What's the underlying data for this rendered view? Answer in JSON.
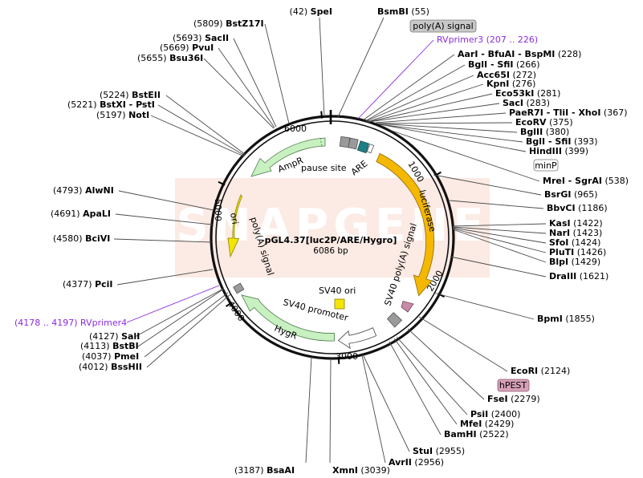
{
  "plasmid": {
    "name": "pGL4.37[luc2P/ARE/Hygro]",
    "length_label": "6086 bp",
    "watermark": "SNAPGENE"
  },
  "ticks": [
    {
      "label": "1000"
    },
    {
      "label": "2000"
    },
    {
      "label": "3000"
    },
    {
      "label": "4000"
    },
    {
      "label": "5000"
    },
    {
      "label": "6000"
    }
  ],
  "features": [
    {
      "label": "luciferase",
      "color": "#f5b800"
    },
    {
      "label": "SV40 poly(A) signal",
      "color": "#9a9a9a"
    },
    {
      "label": "SV40 promoter",
      "color": "#ffffff"
    },
    {
      "label": "HygR",
      "color": "#c8f0c0"
    },
    {
      "label": "SV40 ori",
      "color": "#f2e600"
    },
    {
      "label": "poly(A) signal",
      "color": "#9a9a9a"
    },
    {
      "label": "ori",
      "color": "#f2e600"
    },
    {
      "label": "AmpR",
      "color": "#c8f0c0"
    },
    {
      "label": "pause site",
      "color": "#9a9a9a"
    },
    {
      "label": "ARE",
      "color": "#1f7f86"
    }
  ],
  "boxed_features": [
    {
      "label": "poly(A) signal",
      "color": "#c8c8c8"
    },
    {
      "label": "minP",
      "color": "#ffffff"
    },
    {
      "label": "hPEST",
      "color": "#d8a0b8"
    }
  ],
  "labels": [
    {
      "text": "(42)  SpeI",
      "kind": "enzyme"
    },
    {
      "text": "BsmBI  (55)",
      "kind": "enzyme"
    },
    {
      "text": "RVprimer3  (207 .. 226)",
      "kind": "primer"
    },
    {
      "text": "AarI - BfuAI - BspMI  (228)",
      "kind": "enzyme"
    },
    {
      "text": "BglI - SfiI  (266)",
      "kind": "enzyme"
    },
    {
      "text": "Acc65I  (272)",
      "kind": "enzyme"
    },
    {
      "text": "KpnI  (276)",
      "kind": "enzyme"
    },
    {
      "text": "Eco53kI  (281)",
      "kind": "enzyme"
    },
    {
      "text": "SacI  (283)",
      "kind": "enzyme"
    },
    {
      "text": "PaeR7I - TliI - XhoI  (367)",
      "kind": "enzyme"
    },
    {
      "text": "EcoRV  (375)",
      "kind": "enzyme"
    },
    {
      "text": "BglII  (380)",
      "kind": "enzyme"
    },
    {
      "text": "BglI - SfiI  (393)",
      "kind": "enzyme"
    },
    {
      "text": "HindIII  (399)",
      "kind": "enzyme"
    },
    {
      "text": "MreI - SgrAI  (538)",
      "kind": "enzyme"
    },
    {
      "text": "BsrGI  (965)",
      "kind": "enzyme"
    },
    {
      "text": "BbvCI  (1186)",
      "kind": "enzyme"
    },
    {
      "text": "KasI  (1422)",
      "kind": "enzyme"
    },
    {
      "text": "NarI  (1423)",
      "kind": "enzyme"
    },
    {
      "text": "SfoI  (1424)",
      "kind": "enzyme"
    },
    {
      "text": "PluTI  (1426)",
      "kind": "enzyme"
    },
    {
      "text": "BlpI  (1429)",
      "kind": "enzyme"
    },
    {
      "text": "DraIII  (1621)",
      "kind": "enzyme"
    },
    {
      "text": "BpmI  (1855)",
      "kind": "enzyme"
    },
    {
      "text": "EcoRI  (2124)",
      "kind": "enzyme"
    },
    {
      "text": "FseI  (2279)",
      "kind": "enzyme"
    },
    {
      "text": "PsiI  (2400)",
      "kind": "enzyme"
    },
    {
      "text": "MfeI  (2429)",
      "kind": "enzyme"
    },
    {
      "text": "BamHI  (2522)",
      "kind": "enzyme"
    },
    {
      "text": "StuI  (2955)",
      "kind": "enzyme"
    },
    {
      "text": "AvrII  (2956)",
      "kind": "enzyme"
    },
    {
      "text": "XmnI  (3039)",
      "kind": "enzyme"
    },
    {
      "text": "(3187)  BsaAI",
      "kind": "enzyme"
    },
    {
      "text": "(4012)  BssHII",
      "kind": "enzyme"
    },
    {
      "text": "(4037)  PmeI",
      "kind": "enzyme"
    },
    {
      "text": "(4113)  BstBI",
      "kind": "enzyme"
    },
    {
      "text": "(4127)  SalI",
      "kind": "enzyme"
    },
    {
      "text": "(4178 .. 4197)  RVprimer4",
      "kind": "primer"
    },
    {
      "text": "(4377)  PciI",
      "kind": "enzyme"
    },
    {
      "text": "(4580)  BciVI",
      "kind": "enzyme"
    },
    {
      "text": "(4691)  ApaLI",
      "kind": "enzyme"
    },
    {
      "text": "(4793)  AlwNI",
      "kind": "enzyme"
    },
    {
      "text": "(5197)  NotI",
      "kind": "enzyme"
    },
    {
      "text": "(5221)  BstXI - PstI",
      "kind": "enzyme"
    },
    {
      "text": "(5224)  BstEII",
      "kind": "enzyme"
    },
    {
      "text": "(5655)  Bsu36I",
      "kind": "enzyme"
    },
    {
      "text": "(5669)  PvuI",
      "kind": "enzyme"
    },
    {
      "text": "(5693)  SacII",
      "kind": "enzyme"
    },
    {
      "text": "(5809)  BstZ17I",
      "kind": "enzyme"
    }
  ]
}
